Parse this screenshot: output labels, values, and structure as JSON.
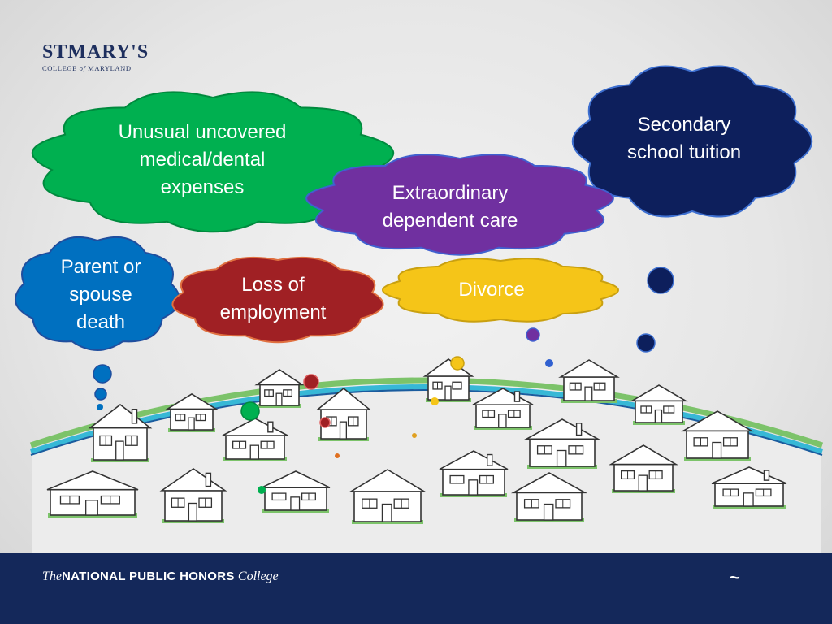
{
  "logo": {
    "name_main": "STMARY'S",
    "name_sub_pre": "COLLEGE ",
    "name_sub_of": "of",
    "name_sub_post": " MARYLAND"
  },
  "clouds": [
    {
      "id": "medical",
      "text": "Unusual uncovered medical/dental expenses",
      "color": "#00b050",
      "text_color": "#ffffff"
    },
    {
      "id": "tuition",
      "text": "Secondary school tuition",
      "color": "#0d1f5c",
      "text_color": "#ffffff"
    },
    {
      "id": "dependent",
      "text": "Extraordinary dependent care",
      "color": "#7030a0",
      "text_color": "#ffffff"
    },
    {
      "id": "death",
      "text": "Parent or spouse death",
      "color": "#0070c0",
      "text_color": "#ffffff"
    },
    {
      "id": "employment",
      "text": "Loss of employment",
      "color": "#a02024",
      "text_color": "#ffffff"
    },
    {
      "id": "divorce",
      "text": "Divorce",
      "color": "#f5c518",
      "text_color": "#ffffff"
    }
  ],
  "footer": {
    "the": "The",
    "main": "NATIONAL PUBLIC HONORS",
    "college": "College",
    "page_number": "~"
  }
}
